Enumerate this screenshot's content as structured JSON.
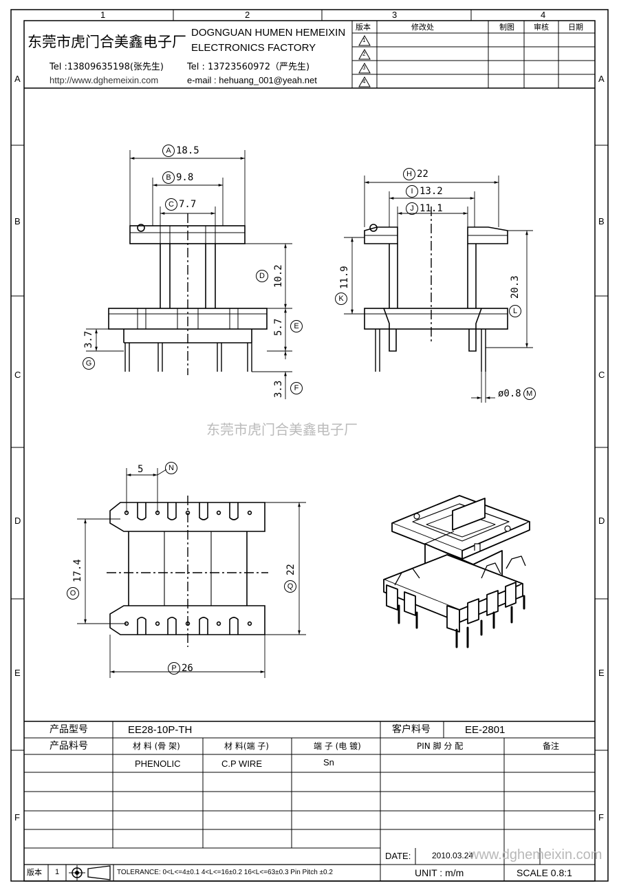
{
  "grid": {
    "columns": [
      "1",
      "2",
      "3",
      "4"
    ],
    "rows": [
      "A",
      "B",
      "C",
      "D",
      "E",
      "F"
    ]
  },
  "company": {
    "name_cn": "东莞市虎门合美鑫电子厂",
    "name_en_1": "DOGNGUAN HUMEN HEMEIXIN",
    "name_en_2": "ELECTRONICS FACTORY",
    "tel_1": "Tel :13809635198(张先生)",
    "tel_2": "Tel : 13723560972（严先生)",
    "website": "http://www.dghemeixin.com",
    "email": "e-mail : hehuang_001@yeah.net"
  },
  "revision_table": {
    "headers": [
      "版本",
      "修改处",
      "制图",
      "审核",
      "日期"
    ],
    "rows": [
      "1",
      "2",
      "3",
      "4"
    ]
  },
  "dimensions": {
    "A": "18.5",
    "B": "9.8",
    "C": "7.7",
    "D": "10.2",
    "E": "5.7",
    "F": "3.3",
    "G": "3.7",
    "H": "22",
    "I": "13.2",
    "J": "11.1",
    "K": "11.9",
    "L": "20.3",
    "M": "ø0.8",
    "N": "5",
    "O": "17.4",
    "P": "26",
    "Q": "22"
  },
  "watermark": "东莞市虎门合美鑫电子厂",
  "title_block": {
    "product_model_label": "产品型号",
    "product_model_value": "EE28-10P-TH",
    "customer_part_label": "客户料号",
    "customer_part_value": "EE-2801",
    "product_part_label": "产品料号",
    "col_material_frame": "材 料 (骨 架)",
    "col_material_pin": "材 料(端 子)",
    "col_pin_plating": "端 子 (电 镀)",
    "col_pin_assign": "PIN 脚 分 配",
    "col_remark": "备注",
    "material_frame": "PHENOLIC",
    "material_pin": "C.P WIRE",
    "plating": "Sn",
    "date_label": "DATE:",
    "date_value": "2010.03.24",
    "overlay_watermark": "www.dghemeixin.com",
    "version_label": "版本",
    "version_value": "1",
    "tolerance": "TOLERANCE:  0<L<=4±0.1  4<L<=16±0.2  16<L<=63±0.3  Pin Pitch  ±0.2",
    "unit": "UNIT : m/m",
    "scale": "SCALE  0.8:1"
  }
}
